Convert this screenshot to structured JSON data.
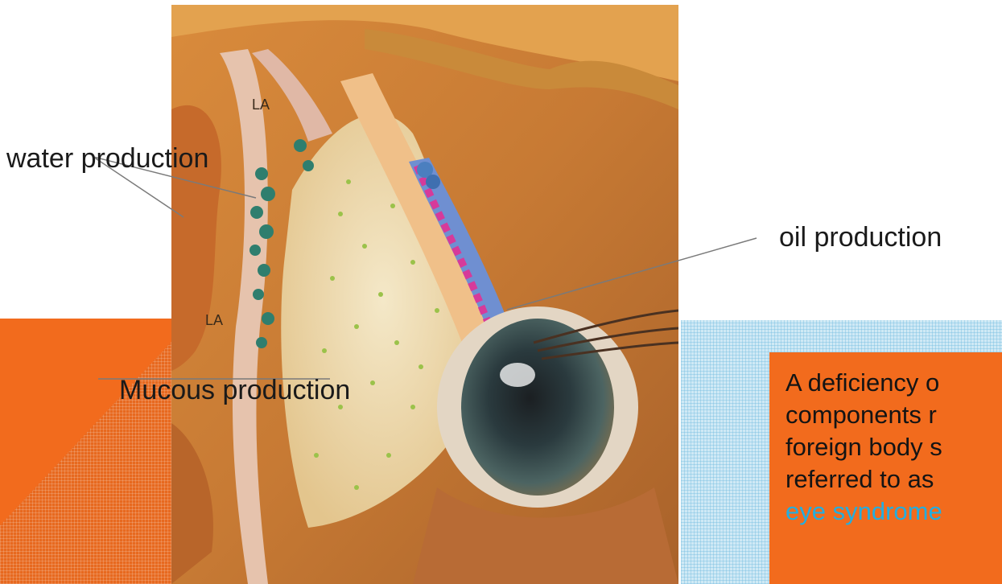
{
  "labels": {
    "water": "water production",
    "oil": "oil production",
    "mucous": "Mucous production"
  },
  "info_box": {
    "lines": [
      "A deficiency o",
      "components r",
      "foreign body s",
      "referred to as"
    ],
    "link_text": "eye syndrome"
  },
  "illustration": {
    "marks": [
      "LA",
      "LA"
    ]
  },
  "colors": {
    "accent_orange": "#f26b1d",
    "panel_blue": "#cfe9f5",
    "link_blue": "#22aee0",
    "pointer_gray": "#7a7a7a"
  }
}
